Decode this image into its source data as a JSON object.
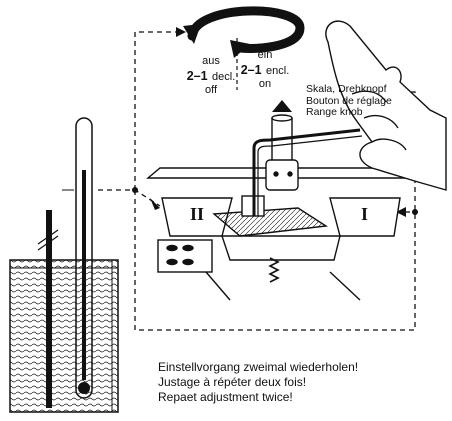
{
  "left_label": {
    "line1": "aus",
    "line2": "2–1",
    "line2b": "decl.",
    "line3": "off"
  },
  "right_label": {
    "line1": "ein",
    "line2": "2–1",
    "line2b": "encl.",
    "line3": "on"
  },
  "knob_label": [
    "Skala, Drehknopf",
    "Bouton de réglage",
    "Range knob"
  ],
  "marks": {
    "left": "II",
    "right": "I"
  },
  "instructions": [
    "Einstellvorgang zweimal wiederholen!",
    "Justage à répéter deux fois!",
    "Repaet adjustment twice!"
  ],
  "colors": {
    "ink": "#111111",
    "background": "#ffffff"
  },
  "icons": [
    "rotation-arrow-icon",
    "pointing-hand-icon",
    "thermometer-icon",
    "water-bath-icon"
  ]
}
